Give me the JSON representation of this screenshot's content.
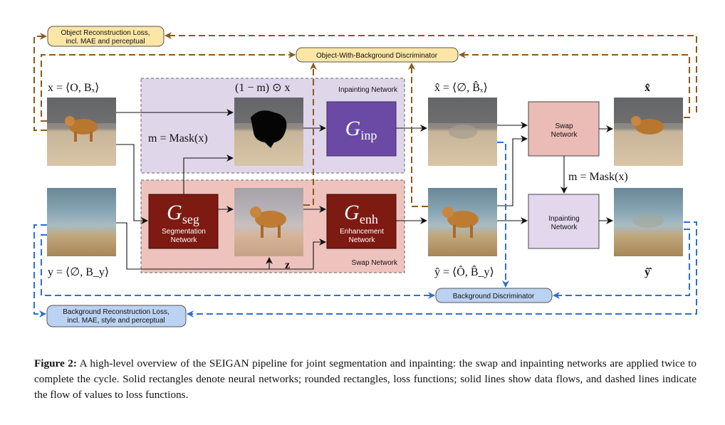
{
  "losses": {
    "object_reconstruction": [
      "Object Reconstruction Loss,",
      "incl. MAE and perceptual"
    ],
    "object_bg_discriminator": "Object-With-Background Discriminator",
    "background_discriminator": "Background Discriminator",
    "background_reconstruction": [
      "Background Reconstruction Loss,",
      "incl. MAE, style and perceptual"
    ]
  },
  "regions": {
    "inpainting": "Inpainting Network",
    "swap": "Swap Network"
  },
  "networks": {
    "g_inp": {
      "symbol": "G",
      "sub": "inp"
    },
    "g_seg": {
      "symbol": "G",
      "sub": "seg",
      "name": [
        "Segmentation",
        "Network"
      ]
    },
    "g_enh": {
      "symbol": "G",
      "sub": "enh",
      "name": [
        "Enhancement",
        "Network"
      ]
    },
    "swap2": [
      "Swap",
      "Network"
    ],
    "inpaint2": [
      "Inpainting",
      "Network"
    ]
  },
  "math": {
    "x_def": "x = ⟨O, Bₓ⟩",
    "masked": "(1 − m) ⊙ x",
    "mask_def": "m = Mask(x)",
    "x_hat_def": "x̂ = ⟨∅, B̂ₓ⟩",
    "x_hathat": "x̂̂",
    "mask_def2": "m = Mask(x)",
    "y_def": "y = ⟨∅, B_y⟩",
    "z": "z",
    "y_hat_def": "ŷ = ⟨Ô, B̂_y⟩",
    "y_hathat": "ŷ̂"
  },
  "caption": {
    "label": "Figure 2:",
    "text": "A high-level overview of the SEIGAN pipeline for joint segmentation and inpainting: the swap and inpainting networks are applied twice to complete the cycle. Solid rectangles denote neural networks; rounded rectangles, loss functions; solid lines show data flows, and dashed lines indicate the flow of values to loss functions."
  },
  "colors": {
    "orange_dash": "#8a5a1c",
    "blue_dash": "#2c6fd6",
    "loss_orange_fill": "#fbe6a6",
    "loss_blue_fill": "#bcd2f2",
    "inpaint_region": "#e0d6ea",
    "swap_region": "#efc3bd",
    "g_inp": "#6a4aa5",
    "g_red": "#7d1a12",
    "swap_box": "#eabcb5",
    "inpaint_box": "#e2d7ec"
  },
  "icons": [
    "dog-on-beach-image",
    "masked-image",
    "inpainted-beach-image",
    "sea-beach-image",
    "segmented-dog-image",
    "dog-in-sea-image"
  ]
}
